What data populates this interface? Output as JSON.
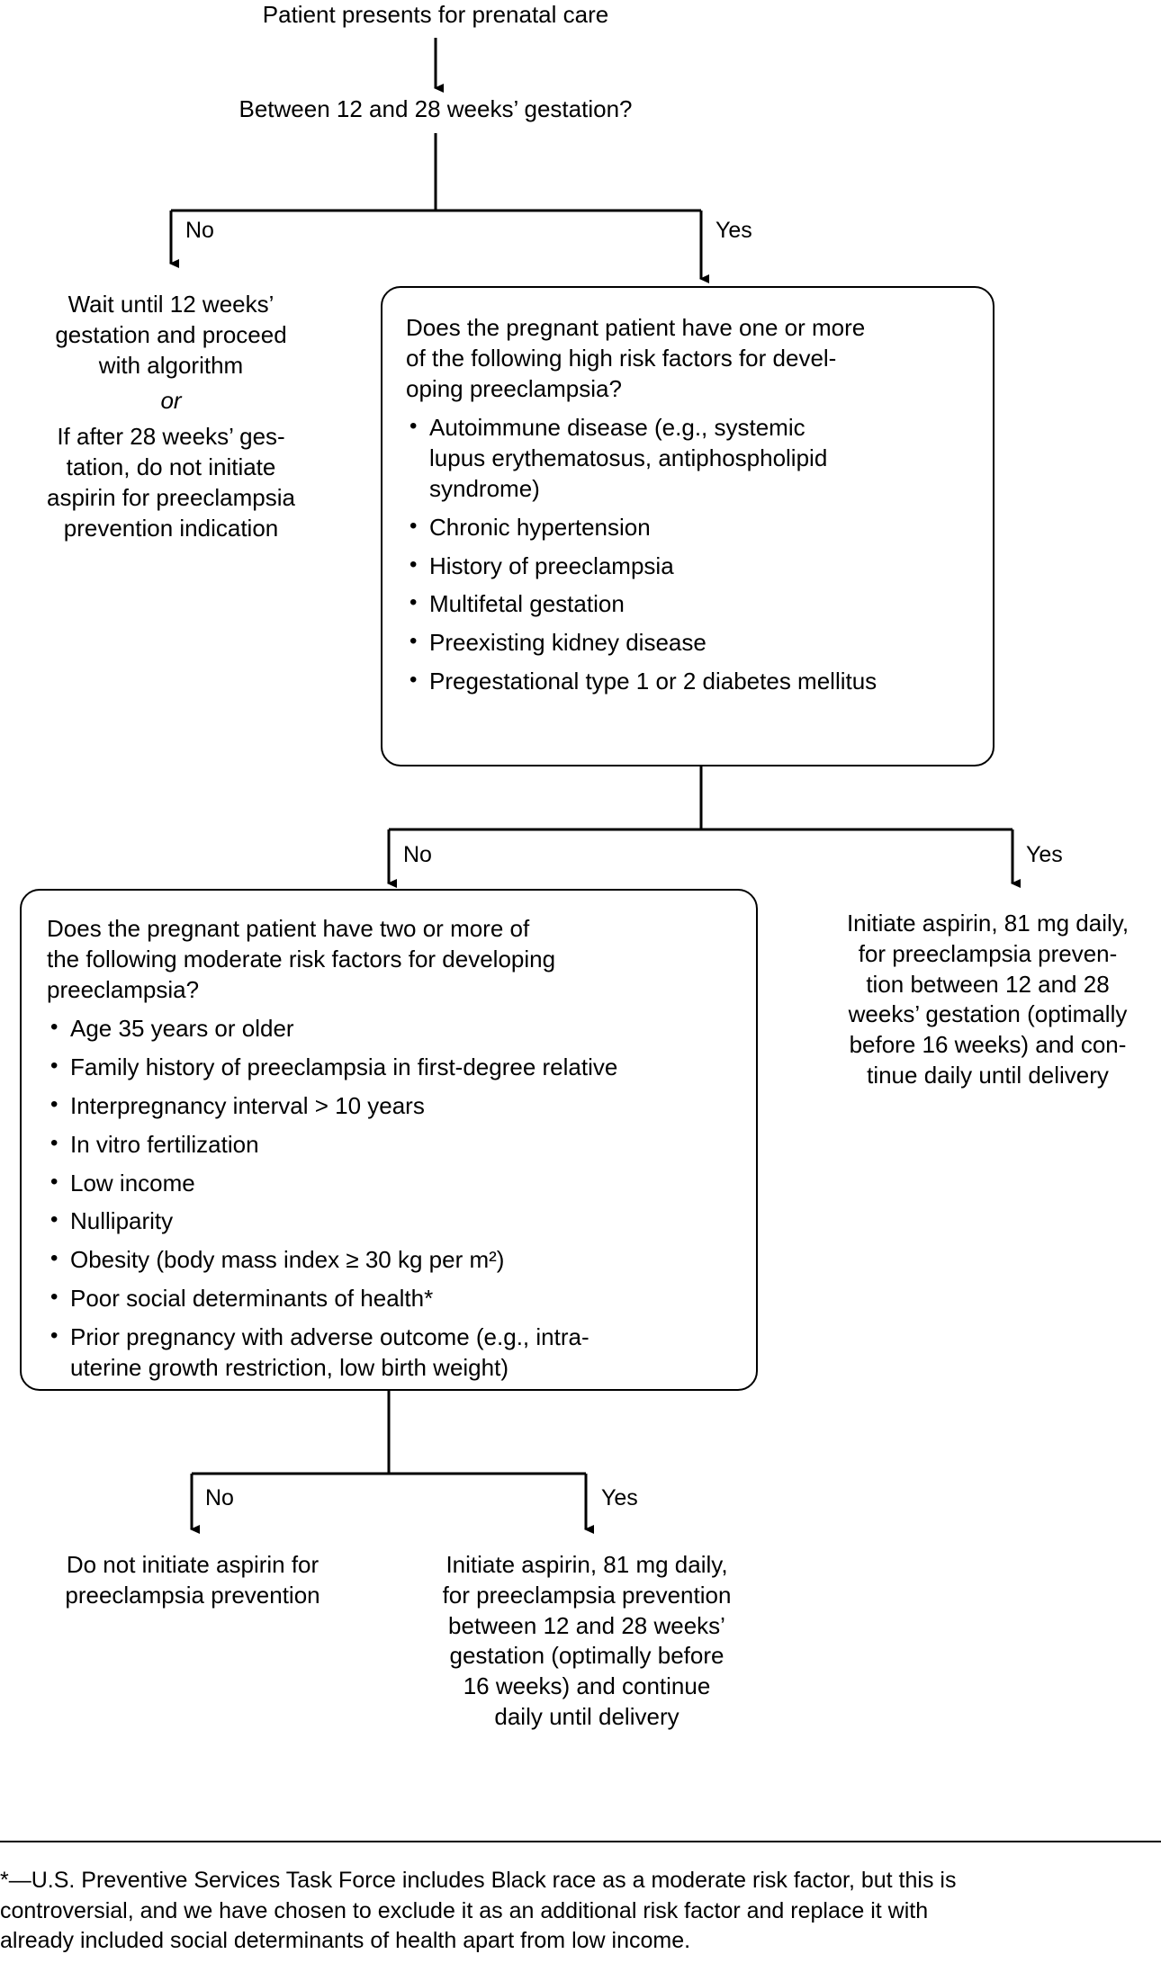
{
  "diagram": {
    "title_node": "Patient presents for prenatal care",
    "decision_gestation": "Between 12 and 28 weeks’ gestation?",
    "labels": {
      "no": "No",
      "yes": "Yes"
    },
    "wait_block": {
      "line1": "Wait until 12 weeks’\ngestation and proceed\nwith algorithm",
      "or": "or",
      "line2": "If after 28 weeks’ ges-\ntation, do not initiate\naspirin for preeclampsia\nprevention indication"
    },
    "high_risk_box": {
      "question": "Does the pregnant patient have one or more\nof the following high risk factors for devel-\noping preeclampsia?",
      "items": [
        "Autoimmune disease (e.g., systemic\nlupus erythematosus, antiphospholipid\nsyndrome)",
        "Chronic hypertension",
        "History of preeclampsia",
        "Multifetal gestation",
        "Preexisting kidney disease",
        "Pregestational type 1 or 2 diabetes mellitus"
      ]
    },
    "high_risk_yes_outcome": "Initiate aspirin, 81 mg daily,\nfor preeclampsia preven-\ntion between 12 and 28\nweeks’ gestation (optimally\nbefore 16 weeks) and con-\ntinue daily until delivery",
    "moderate_risk_box": {
      "question": "Does the pregnant patient have two or more of\nthe following moderate risk factors for developing\npreeclampsia?",
      "items": [
        "Age 35 years or older",
        "Family history of preeclampsia in first-degree relative",
        "Interpregnancy interval > 10 years",
        "In vitro fertilization",
        "Low income",
        "Nulliparity",
        "Obesity (body mass index ≥ 30 kg per m²)",
        "Poor social determinants of health*",
        "Prior pregnancy with adverse outcome (e.g., intra-\nuterine growth restriction, low birth weight)"
      ]
    },
    "moderate_no_outcome": "Do not initiate aspirin for\npreeclampsia prevention",
    "moderate_yes_outcome": "Initiate aspirin, 81 mg daily,\nfor preeclampsia prevention\nbetween 12 and 28 weeks’\ngestation (optimally before\n16 weeks) and continue\ndaily until delivery",
    "footnote": "*—U.S. Preventive Services Task Force includes Black race as a moderate risk factor, but this is\ncontroversial, and we have chosen to exclude it as an additional risk factor and replace it with\nalready included social determinants of health apart from low income."
  }
}
